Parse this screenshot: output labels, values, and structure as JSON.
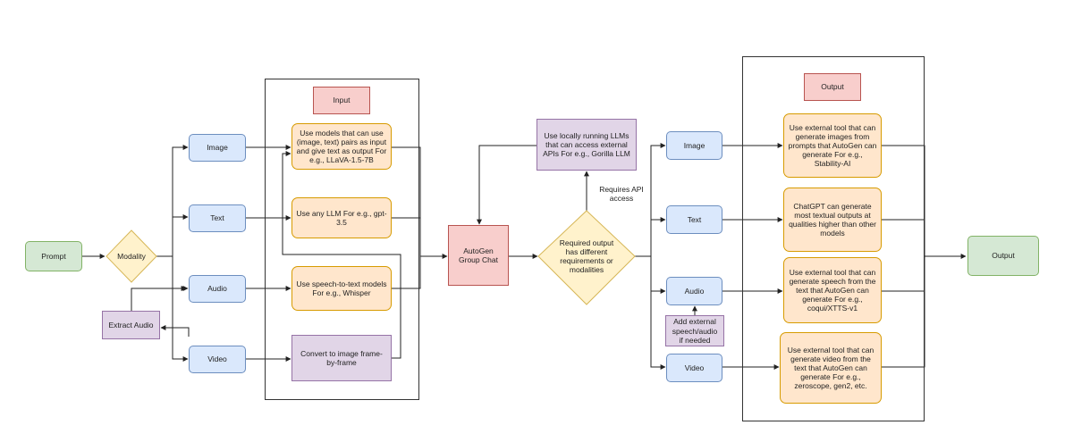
{
  "nodes": {
    "prompt": "Prompt",
    "modality": "Modality",
    "extract_audio": "Extract Audio",
    "in_image": "Image",
    "in_text": "Text",
    "in_audio": "Audio",
    "in_video": "Video",
    "input_title": "Input",
    "proc_image": "Use models that can use (image, text) pairs as input and give text as output For e.g., LLaVA-1.5-7B",
    "proc_text": "Use any LLM For e.g., gpt-3.5",
    "proc_audio": "Use speech-to-text models For e.g., Whisper",
    "proc_video": "Convert to image frame-by-frame",
    "autogen": "AutoGen Group Chat",
    "local_llm": "Use locally running LLMs that can access external APIs For e.g., Gorilla LLM",
    "requires_api": "Requires API access",
    "decision": "Required output has different requirements or modalities",
    "out_image": "Image",
    "out_text": "Text",
    "out_audio": "Audio",
    "out_video": "Video",
    "add_speech": "Add external speech/audio if needed",
    "output_title": "Output",
    "gen_image": "Use external tool that can generate images from prompts that AutoGen can generate For e.g., Stability-AI",
    "gen_text": "ChatGPT can generate most textual outputs at qualities higher than other models",
    "gen_audio": "Use external tool that can generate speech from the text that AutoGen can generate For e.g., coqui/XTTS-v1",
    "gen_video": "Use external tool that can generate video from the text that AutoGen can generate For e.g., zeroscope, gen2, etc.",
    "final_output": "Output"
  },
  "colors": {
    "line": "#222222",
    "green_fill": "#d5e8d4",
    "blue_fill": "#dae8fc",
    "orange_fill": "#ffe6cc",
    "purple_fill": "#e1d5e7",
    "red_fill": "#f8cecc",
    "yellow_fill": "#fff2cc"
  }
}
